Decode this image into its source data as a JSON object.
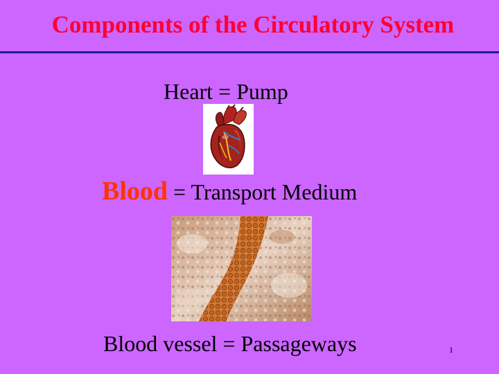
{
  "slide": {
    "title": "Components of the Circulatory System",
    "heart_line": "Heart = Pump",
    "blood_word": "Blood",
    "blood_rest": " = Transport Medium",
    "vessel_line": "Blood vessel  = Passageways",
    "page_number": "1"
  },
  "colors": {
    "background": "#cc66ff",
    "title": "#ff0033",
    "blood_word": "#ff3300",
    "rule": "#1a1a99"
  },
  "images": {
    "heart": "heart-illustration",
    "blood": "blood-micrograph"
  }
}
